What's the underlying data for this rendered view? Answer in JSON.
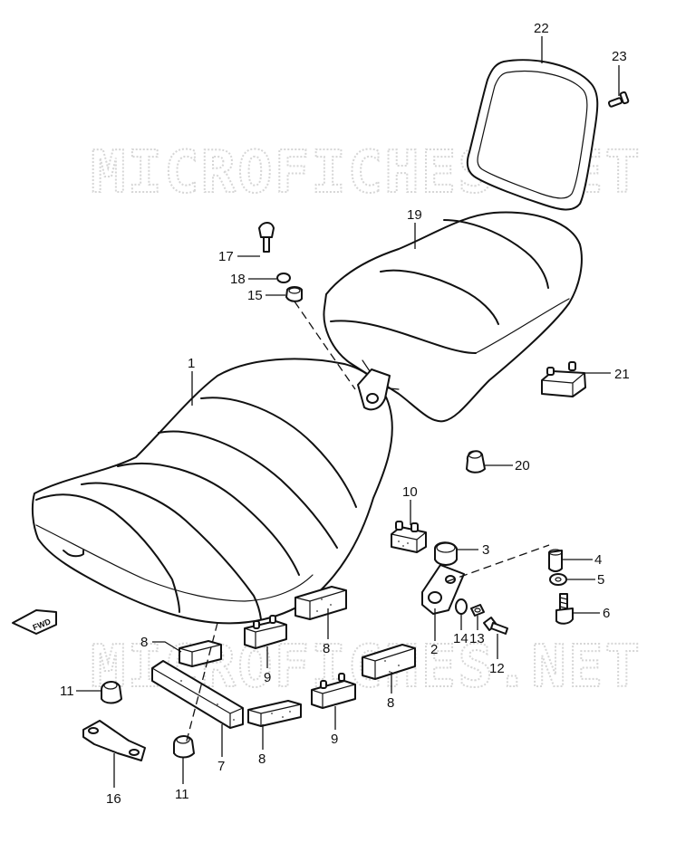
{
  "watermarks": [
    "MICROFICHES.NET",
    "MICROFICHES.NET"
  ],
  "direction_label": "FWD",
  "callouts": {
    "c1": "1",
    "c2": "2",
    "c3": "3",
    "c4": "4",
    "c5": "5",
    "c6": "6",
    "c7": "7",
    "c8a": "8",
    "c8b": "8",
    "c8c": "8",
    "c8d": "8",
    "c9a": "9",
    "c9b": "9",
    "c10": "10",
    "c11a": "11",
    "c11b": "11",
    "c12": "12",
    "c13": "13",
    "c14": "14",
    "c15": "15",
    "c16": "16",
    "c17": "17",
    "c18": "18",
    "c19": "19",
    "c20": "20",
    "c21": "21",
    "c22": "22",
    "c23": "23"
  }
}
